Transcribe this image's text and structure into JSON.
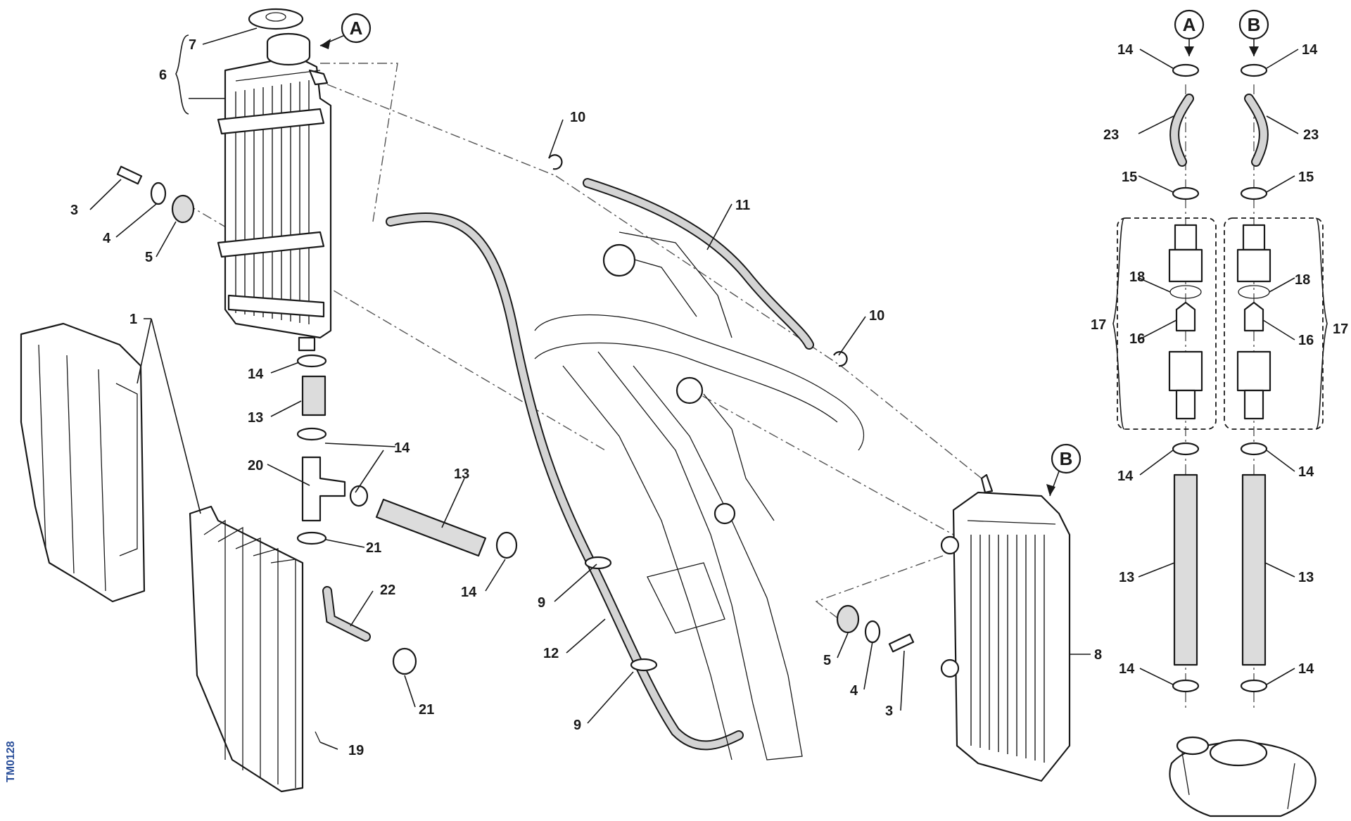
{
  "diagram_code": "TM0128",
  "callouts": {
    "c1": "1",
    "c3": "3",
    "c4": "4",
    "c5": "5",
    "c6": "6",
    "c7": "7",
    "c8": "8",
    "c9": "9",
    "c10": "10",
    "c11": "11",
    "c12": "12",
    "c13": "13",
    "c14": "14",
    "c15": "15",
    "c16": "16",
    "c17": "17",
    "c18": "18",
    "c19": "19",
    "c20": "20",
    "c21": "21",
    "c22": "22",
    "c23": "23"
  },
  "connectors": {
    "a": "A",
    "b": "B"
  },
  "colors": {
    "line": "#1a1a1a",
    "hose_fill": "#d4d4d4",
    "code": "#2a4f9a"
  }
}
